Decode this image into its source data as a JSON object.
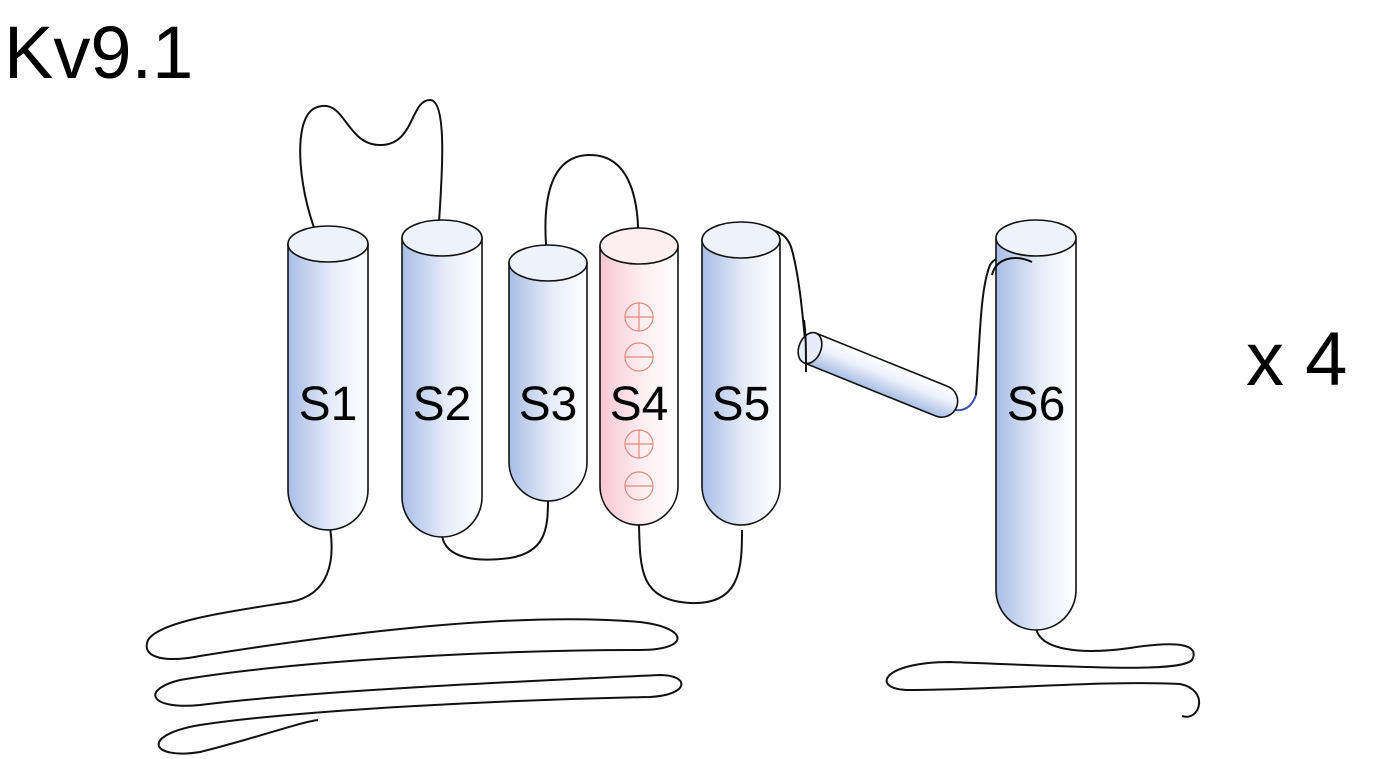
{
  "title": "Kv9.1",
  "multiplier": "x 4",
  "segments": [
    {
      "label": "S1",
      "type": "transmembrane"
    },
    {
      "label": "S2",
      "type": "transmembrane"
    },
    {
      "label": "S3",
      "type": "transmembrane"
    },
    {
      "label": "S4",
      "type": "voltage-sensor"
    },
    {
      "label": "S5",
      "type": "transmembrane"
    },
    {
      "label": "S6",
      "type": "transmembrane"
    }
  ],
  "colors": {
    "helix": "#a9bde6",
    "voltage_sensor": "#f8c6d4",
    "charge": "#e38a78",
    "pore_link": "#3a4fb0"
  }
}
